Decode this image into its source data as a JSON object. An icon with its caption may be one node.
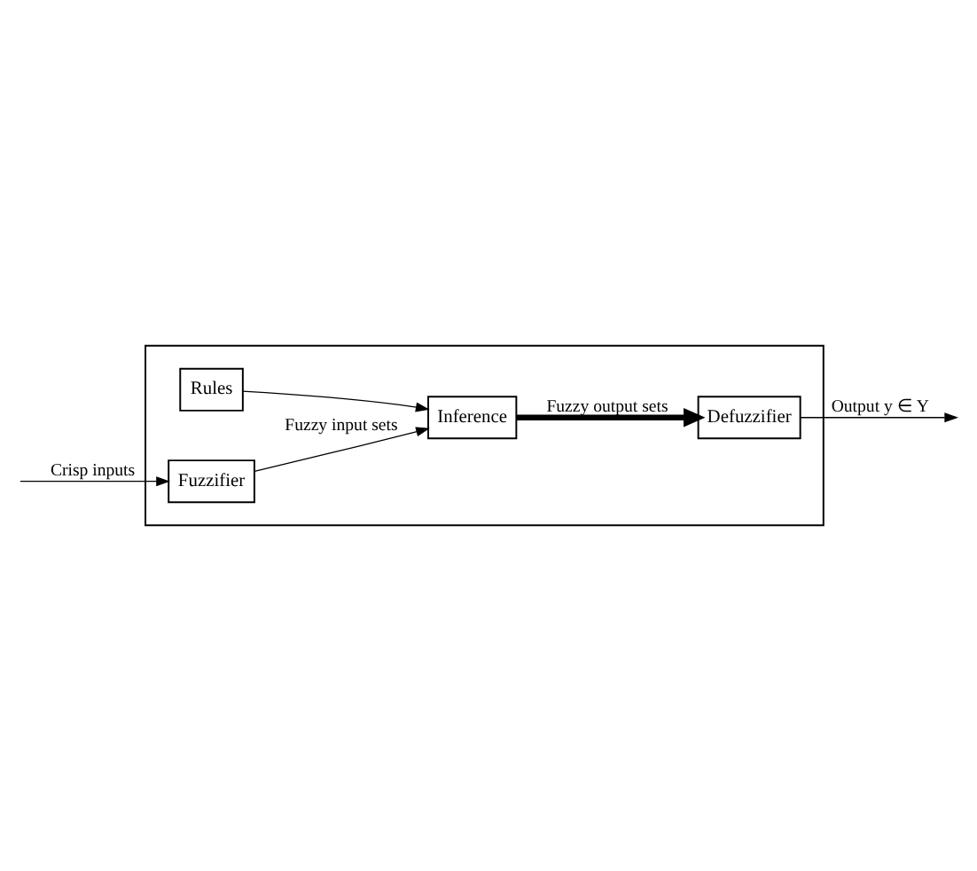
{
  "diagram": {
    "nodes": [
      {
        "text": [],
        "shape": "box"
      },
      {
        "text": [
          "Rules"
        ],
        "in": 0
      },
      {
        "text": [
          "Fuzzifier"
        ],
        "in": 0
      },
      {
        "text": [
          "Defuzzifier"
        ],
        "in": 0
      },
      {
        "text": [
          "Inference"
        ],
        "in": 0
      }
    ],
    "edges": [
      {
        "from": null,
        "to": 2,
        "arrow": "to",
        "label": "Crisp inputs"
      },
      {
        "from": 1,
        "to": 4,
        "arrow": "to"
      },
      {
        "from": 2,
        "to": 4,
        "arrow": "to",
        "label": "Fuzzy input sets"
      },
      {
        "from": 4,
        "to": 3,
        "arrow": "to",
        "label": "Fuzzy output sets",
        "style": "thick"
      },
      {
        "from": 3,
        "to": null,
        "arrow": "to",
        "label": "Output y ∈ Y"
      }
    ]
  }
}
